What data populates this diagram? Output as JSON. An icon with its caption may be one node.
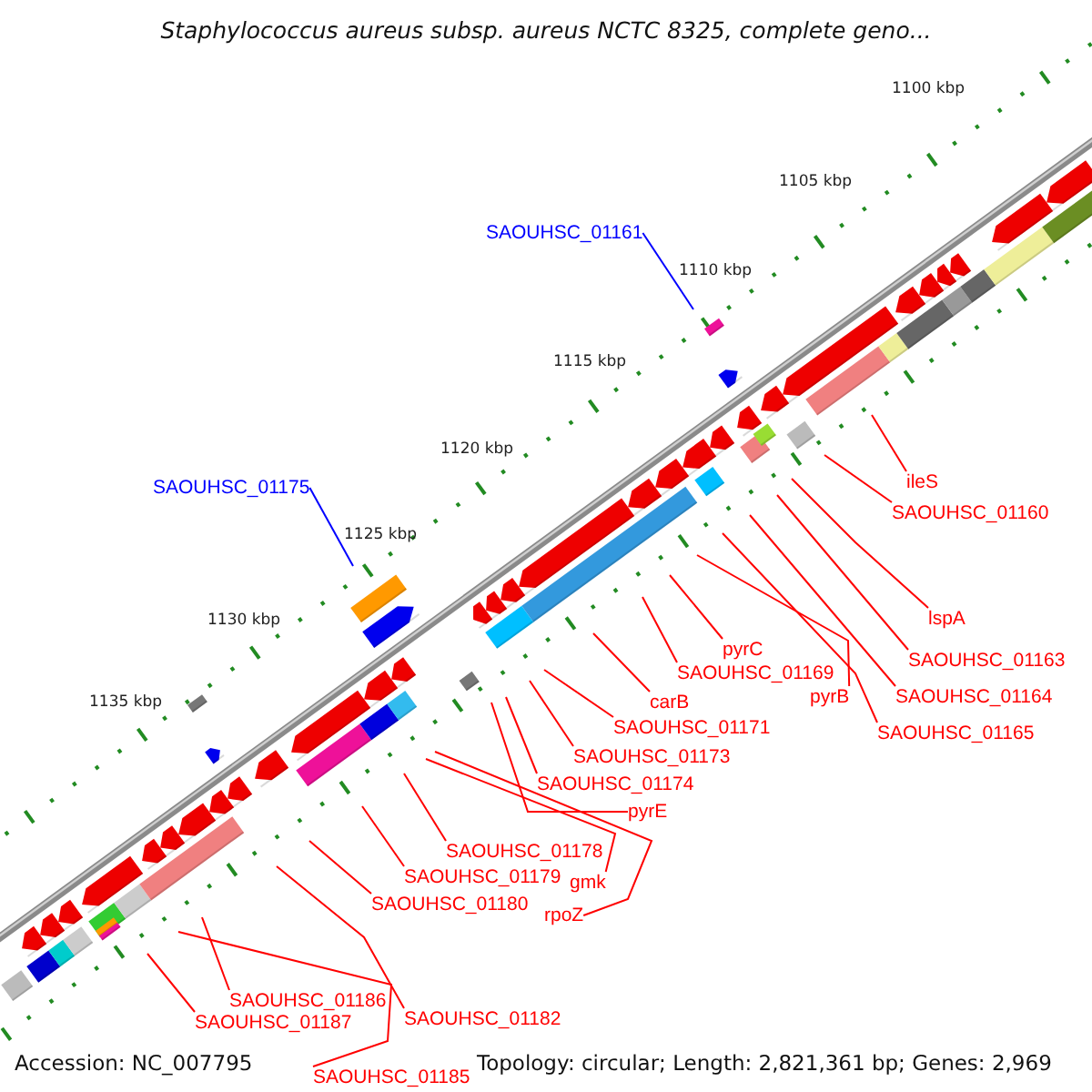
{
  "diagram": {
    "title": "Staphylococcus aureus subsp. aureus NCTC 8325, complete geno...",
    "nodes": [
      {
        "text": [
          "SAOUHSC_01161"
        ]
      },
      {
        "text": [
          "ileS"
        ]
      },
      {
        "text": [
          "SAOUHSC_01175"
        ]
      },
      {
        "text": [
          "SAOUHSC_01160"
        ]
      },
      {
        "text": [
          "lspA"
        ]
      },
      {
        "text": [
          "pyrC"
        ]
      },
      {
        "text": [
          "SAOUHSC_01163"
        ]
      },
      {
        "text": [
          "SAOUHSC_01169"
        ]
      },
      {
        "text": [
          "pyrB"
        ]
      },
      {
        "text": [
          "SAOUHSC_01164"
        ]
      },
      {
        "text": [
          "carB"
        ]
      },
      {
        "text": [
          "SAOUHSC_01171"
        ]
      },
      {
        "text": [
          "SAOUHSC_01165"
        ]
      },
      {
        "text": [
          "SAOUHSC_01173"
        ]
      },
      {
        "text": [
          "SAOUHSC_01174"
        ]
      },
      {
        "text": [
          "pyrE"
        ]
      },
      {
        "text": [
          "SAOUHSC_01178"
        ]
      },
      {
        "text": [
          "SAOUHSC_01179"
        ]
      },
      {
        "text": [
          "gmk"
        ]
      },
      {
        "text": [
          "SAOUHSC_01180"
        ]
      },
      {
        "text": [
          "rpoZ"
        ]
      },
      {
        "text": [
          "SAOUHSC_01186"
        ]
      },
      {
        "text": [
          "SAOUHSC_01182"
        ]
      },
      {
        "text": [
          "SAOUHSC_01187"
        ]
      },
      {
        "text": [
          "SAOUHSC_01185"
        ]
      }
    ],
    "edges": [
      {
        "from": 0,
        "to": null,
        "arrow": "none",
        "color": "#0000ff"
      },
      {
        "from": 1,
        "to": null,
        "arrow": "none"
      },
      {
        "from": 2,
        "to": null,
        "arrow": "none",
        "color": "#0000ff"
      },
      {
        "from": 3,
        "to": null,
        "arrow": "none"
      },
      {
        "from": 4,
        "to": null,
        "arrow": "none"
      },
      {
        "from": 5,
        "to": null,
        "arrow": "none"
      },
      {
        "from": 6,
        "to": null,
        "arrow": "none"
      },
      {
        "from": 7,
        "to": null,
        "arrow": "none"
      },
      {
        "from": 8,
        "to": null,
        "arrow": "none"
      },
      {
        "from": 9,
        "to": null,
        "arrow": "none"
      },
      {
        "from": 10,
        "to": null,
        "arrow": "none"
      },
      {
        "from": 11,
        "to": null,
        "arrow": "none"
      },
      {
        "from": 12,
        "to": null,
        "arrow": "none"
      },
      {
        "from": 13,
        "to": null,
        "arrow": "none"
      },
      {
        "from": 14,
        "to": null,
        "arrow": "none"
      },
      {
        "from": 15,
        "to": null,
        "arrow": "none"
      },
      {
        "from": 16,
        "to": null,
        "arrow": "none"
      },
      {
        "from": 17,
        "to": null,
        "arrow": "none"
      },
      {
        "from": 18,
        "to": null,
        "arrow": "none"
      },
      {
        "from": 19,
        "to": null,
        "arrow": "none"
      },
      {
        "from": 20,
        "to": null,
        "arrow": "none"
      },
      {
        "from": 21,
        "to": null,
        "arrow": "none"
      },
      {
        "from": 22,
        "to": null,
        "arrow": "none"
      },
      {
        "from": 23,
        "to": null,
        "arrow": "none"
      },
      {
        "from": 24,
        "to": null,
        "arrow": "none"
      }
    ],
    "labels": [
      "1100 kbp",
      "1105 kbp",
      "1110 kbp",
      "1115 kbp",
      "1120 kbp",
      "1125 kbp",
      "1130 kbp",
      "1135 kbp",
      "Accession: NC_007795",
      "Topology: circular; Length: 2,821,361 bp; Genes: 2,969"
    ]
  }
}
